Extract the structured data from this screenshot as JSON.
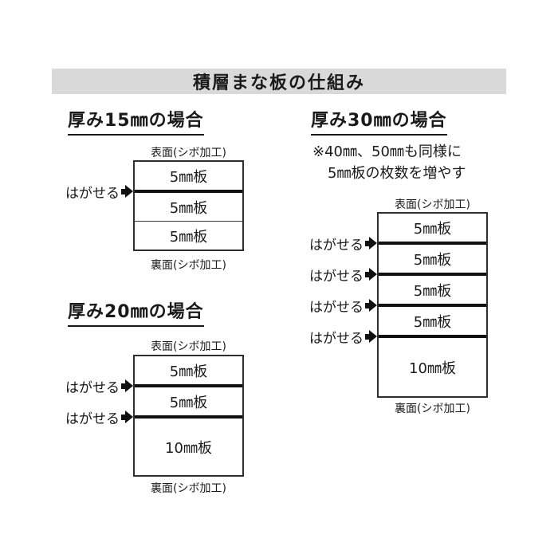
{
  "title": "積層まな板の仕組み",
  "peel_label": "はがせる",
  "colors": {
    "title_bar_bg": "#d9d9d9",
    "line_black": "#101010",
    "border_dark": "#2e2e2e",
    "text": "#1a1a1a",
    "background": "#ffffff"
  },
  "sections": {
    "t15": {
      "heading": "厚み15㎜の場合",
      "front_label": "表面(シボ加工)",
      "back_label": "裏面(シボ加工)",
      "layers": [
        "5㎜板",
        "5㎜板",
        "5㎜板"
      ]
    },
    "t20": {
      "heading": "厚み20㎜の場合",
      "front_label": "表面(シボ加工)",
      "back_label": "裏面(シボ加工)",
      "layers": [
        "5㎜板",
        "5㎜板",
        "10㎜板"
      ]
    },
    "t30": {
      "heading": "厚み30㎜の場合",
      "note_line1": "※40㎜、50㎜も同様に",
      "note_line2": "5㎜板の枚数を増やす",
      "front_label": "表面(シボ加工)",
      "back_label": "裏面(シボ加工)",
      "layers": [
        "5㎜板",
        "5㎜板",
        "5㎜板",
        "5㎜板",
        "10㎜板"
      ]
    }
  }
}
